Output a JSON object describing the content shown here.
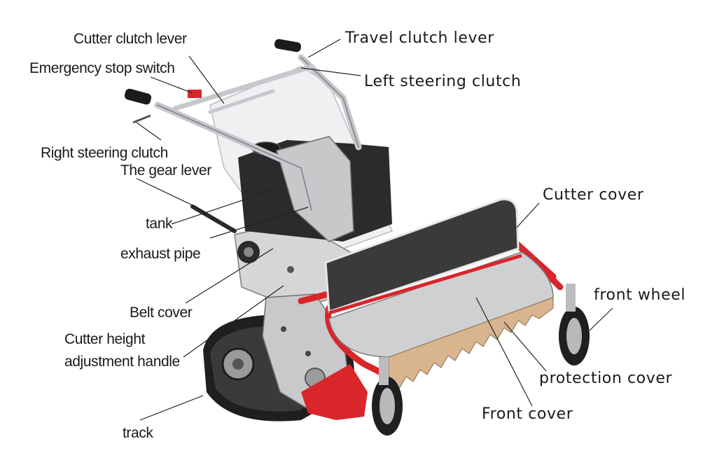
{
  "labels": {
    "cutter_clutch_lever": "Cutter clutch lever",
    "travel_clutch_lever": "Travel clutch lever",
    "emergency_stop_switch": "Emergency stop switch",
    "left_steering_clutch": "Left steering clutch",
    "right_steering_clutch": "Right steering clutch",
    "gear_lever": "The gear lever",
    "cutter_cover": "Cutter cover",
    "tank": "tank",
    "exhaust_pipe": "exhaust pipe",
    "front_wheel": "front wheel",
    "belt_cover": "Belt cover",
    "cutter_height_line1": "Cutter height",
    "cutter_height_line2": "adjustment handle",
    "protection_cover": "protection cover",
    "front_cover": "Front cover",
    "track": "track"
  },
  "colors": {
    "frame_red": "#d8262b",
    "cover_dark": "#3a3a3c",
    "steel_gray": "#c9c9cb",
    "engine_black": "#2b2b2d",
    "track_black": "#1f1f1f",
    "blade_tan": "#d8b48f",
    "leader_line": "#222222"
  }
}
